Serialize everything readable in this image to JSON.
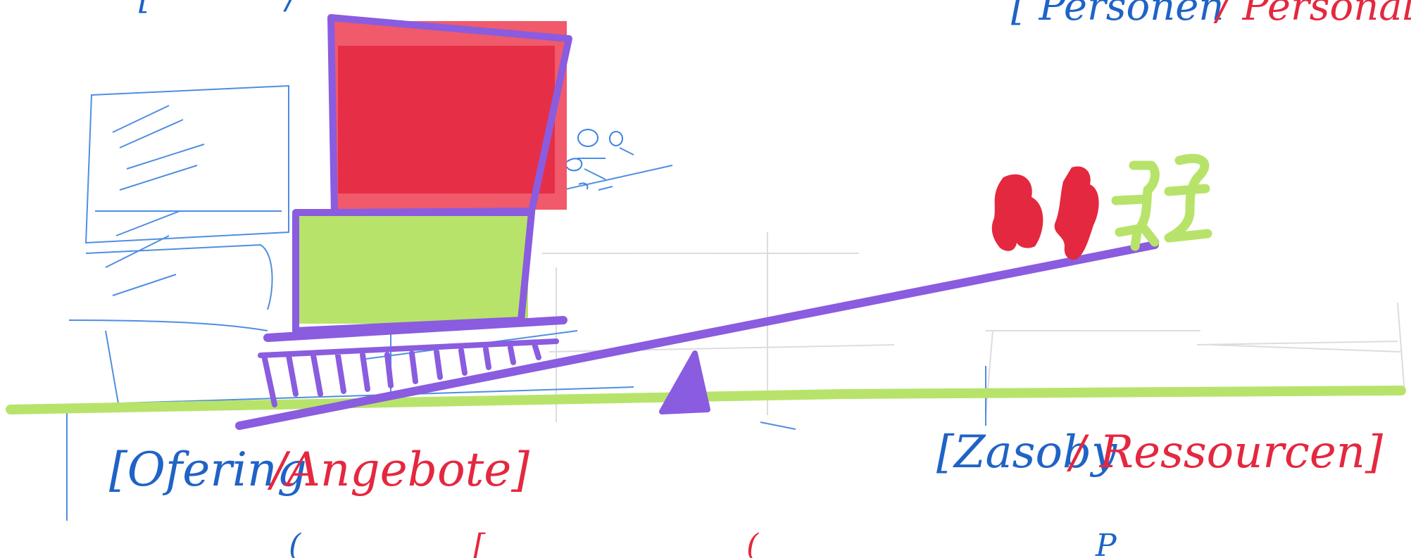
{
  "colors": {
    "blue": "#1f63c6",
    "red": "#e4283f",
    "violet": "#8a5cdf",
    "green": "#b8e36a",
    "grey": "#cfcfcf"
  },
  "labels": {
    "top_left_bracket": "[",
    "top_left_fragment": "/",
    "top_right_blue": "[ Personen",
    "top_right_red": "/ Personal",
    "left_blue": "[Ofering",
    "left_red": "/Angebote]",
    "right_blue": "[Zasoby",
    "right_red": "/ Ressourcen]",
    "bottom_fragment_1": "(",
    "bottom_fragment_2": "[",
    "bottom_fragment_3": "(",
    "bottom_fragment_4": "P"
  },
  "icons": [
    "seesaw-beam",
    "seesaw-fulcrum",
    "stacked-box",
    "person-figures",
    "bubble-icons"
  ]
}
